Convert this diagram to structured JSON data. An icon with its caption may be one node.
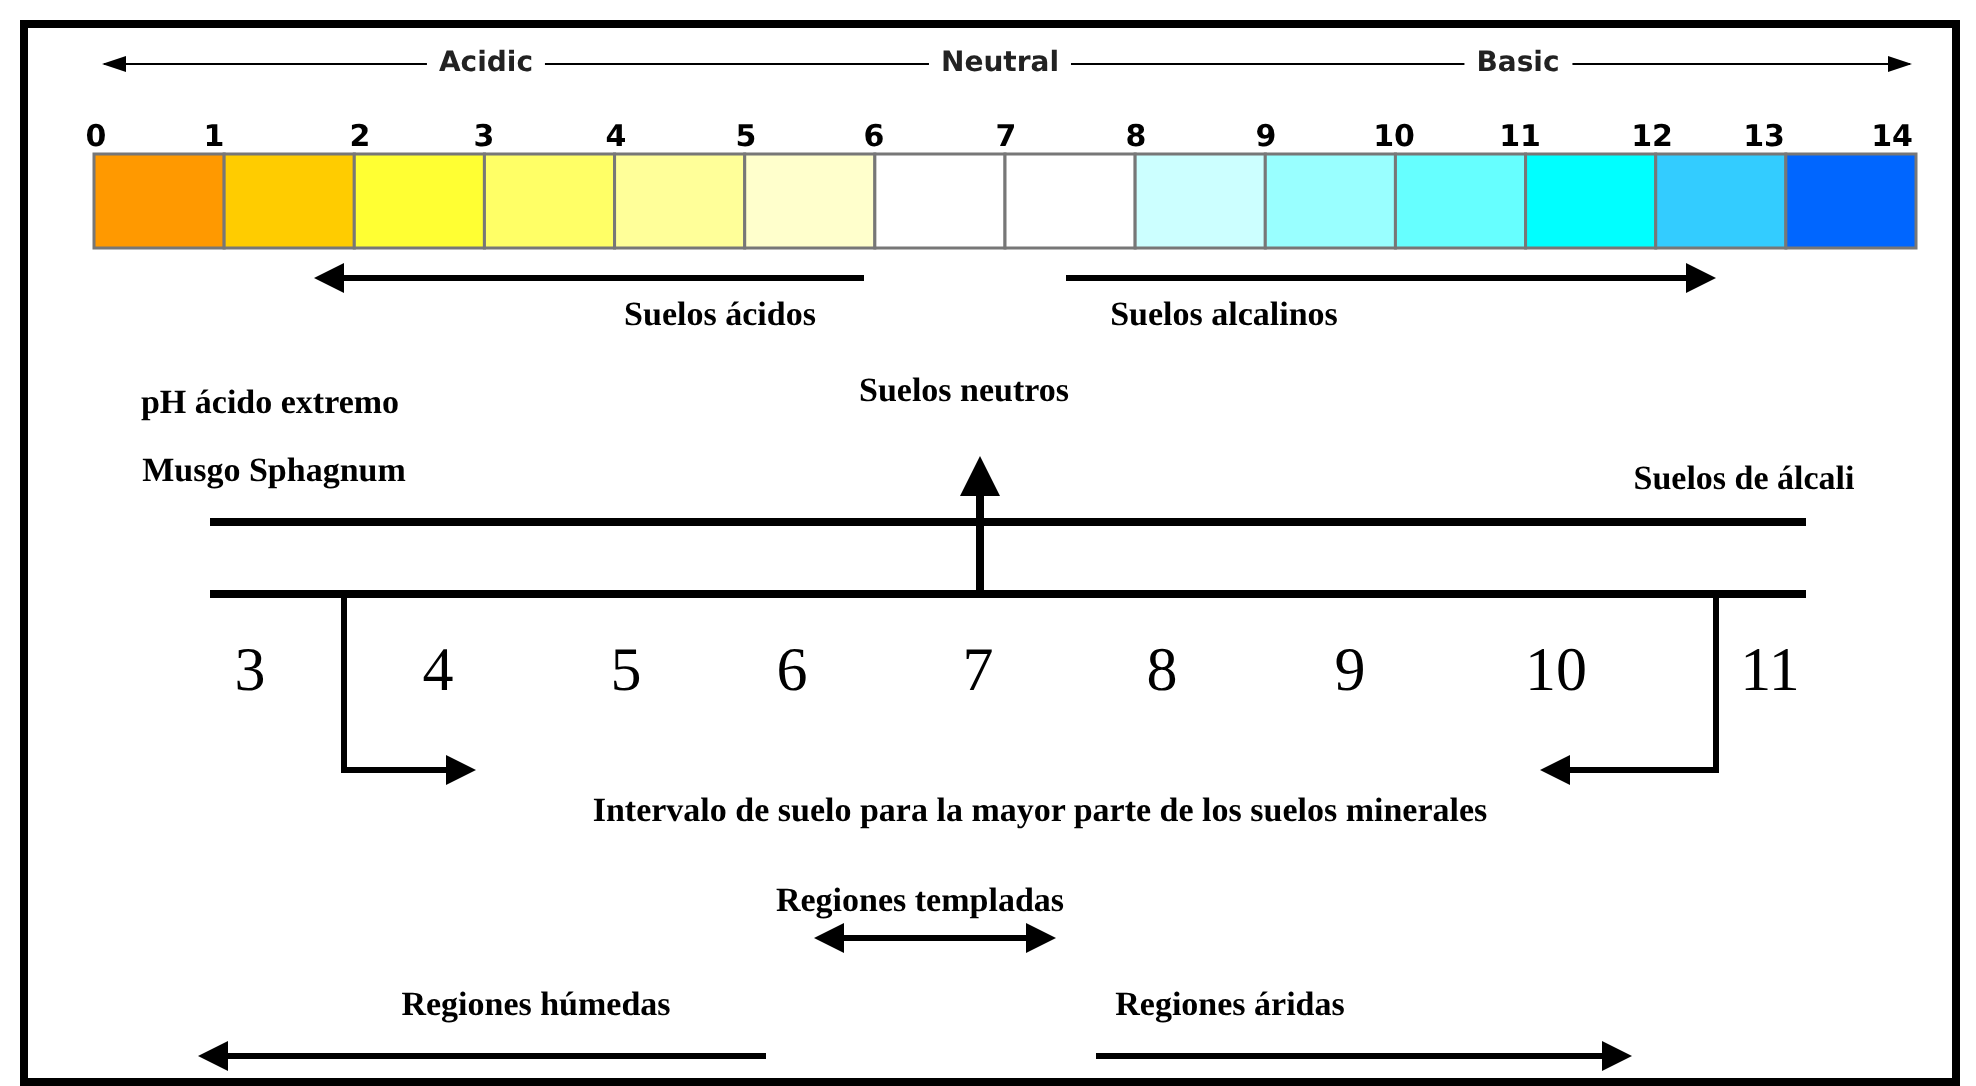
{
  "diagram": {
    "labels": [
      "Acidic",
      "Neutral",
      "Basic",
      "0",
      "1",
      "2",
      "3",
      "4",
      "5",
      "6",
      "7",
      "8",
      "9",
      "10",
      "11",
      "12",
      "13",
      "14",
      "Suelos ácidos",
      "Suelos alcalinos",
      "pH ácido extremo",
      "Suelos neutros",
      "Musgo Sphagnum",
      "Suelos de álcali",
      "3",
      "4",
      "5",
      "6",
      "7",
      "8",
      "9",
      "10",
      "11",
      "Intervalo de suelo para la mayor parte de los suelos minerales",
      "Regiones templadas",
      "Regiones húmedas",
      "Regiones áridas"
    ]
  }
}
